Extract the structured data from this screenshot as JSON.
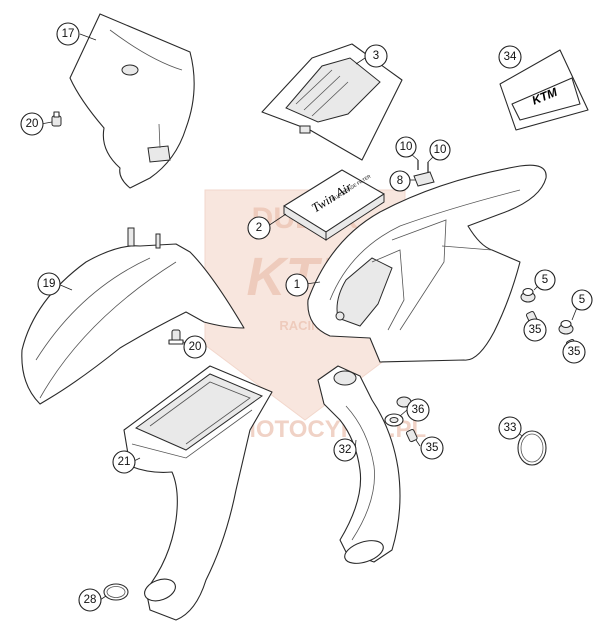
{
  "diagram": {
    "callouts": [
      {
        "id": "c17",
        "label": "17"
      },
      {
        "id": "c3",
        "label": "3"
      },
      {
        "id": "c34",
        "label": "34"
      },
      {
        "id": "c20a",
        "label": "20"
      },
      {
        "id": "c10a",
        "label": "10"
      },
      {
        "id": "c10b",
        "label": "10"
      },
      {
        "id": "c8",
        "label": "8"
      },
      {
        "id": "c2",
        "label": "2"
      },
      {
        "id": "c19",
        "label": "19"
      },
      {
        "id": "c1",
        "label": "1"
      },
      {
        "id": "c5a",
        "label": "5"
      },
      {
        "id": "c5b",
        "label": "5"
      },
      {
        "id": "c35a",
        "label": "35"
      },
      {
        "id": "c35b",
        "label": "35"
      },
      {
        "id": "c20b",
        "label": "20"
      },
      {
        "id": "c21",
        "label": "21"
      },
      {
        "id": "c32",
        "label": "32"
      },
      {
        "id": "c36",
        "label": "36"
      },
      {
        "id": "c35c",
        "label": "35"
      },
      {
        "id": "c33",
        "label": "33"
      },
      {
        "id": "c28",
        "label": "28"
      }
    ],
    "part_texts": {
      "twin_air": "Twin Air",
      "twin_air_small": "DUAL-STAGE FILTER",
      "ktm_logo": "KTM"
    },
    "watermark": {
      "line1": "DUDEK",
      "line2": "KTM",
      "line3": "RACING",
      "url": "KTMMOTOCYKLE.PL"
    }
  }
}
